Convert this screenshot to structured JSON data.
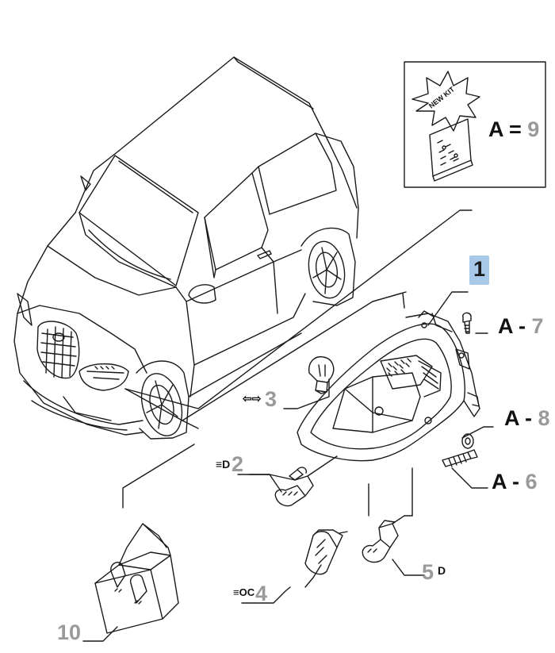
{
  "callouts": {
    "part_1": "1",
    "part_2": "2",
    "part_3": "3",
    "part_4": "4",
    "part_5": "5",
    "part_10": "10",
    "a7_letter": "A -",
    "a7_num": "7",
    "a8_letter": "A -",
    "a8_num": "8",
    "a6_letter": "A -",
    "a6_num": "6",
    "a9_letter": "A =",
    "a9_num": "9"
  },
  "kit_badge": "NEW KIT",
  "colors": {
    "line": "#1a1a1a",
    "callout_gray": "#9a9a9a",
    "highlight": "#a8c9e8"
  },
  "icons": [
    "car-illustration",
    "headlamp-assembly",
    "turn-signal-bulb",
    "low-beam-bulb",
    "position-bulb",
    "high-beam-bulb",
    "bulb-kit-box",
    "screw",
    "washer",
    "bolt",
    "new-kit-starburst"
  ]
}
